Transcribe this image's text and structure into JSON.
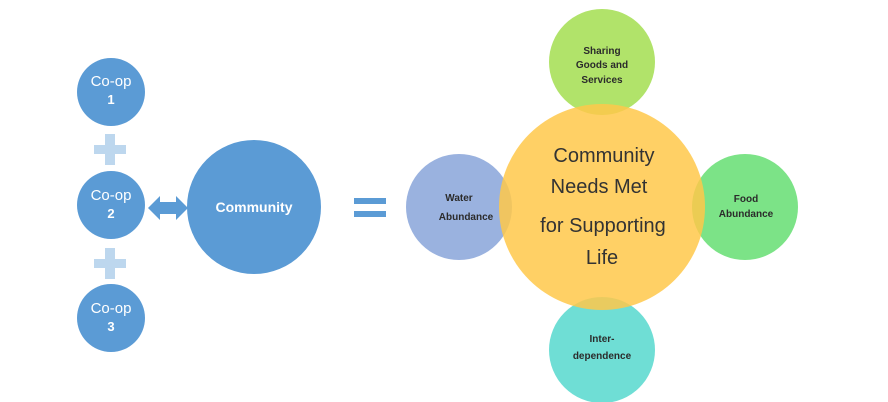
{
  "coops": [
    {
      "line1": "Co-op",
      "line2": "1"
    },
    {
      "line1": "Co-op",
      "line2": "2"
    },
    {
      "line1": "Co-op",
      "line2": "3"
    }
  ],
  "community": {
    "label": "Community"
  },
  "center": {
    "line1": "Community",
    "line2": "Needs Met",
    "line3": "for Supporting",
    "line4": "Life"
  },
  "petals": {
    "top": {
      "line1": "Sharing",
      "line2": "Goods and",
      "line3": "Services"
    },
    "left": {
      "line1": "Water",
      "line2": "Abundance"
    },
    "right": {
      "line1": "Food",
      "line2": "Abundance"
    },
    "bottom": {
      "line1": "Inter-",
      "line2": "dependence"
    }
  },
  "colors": {
    "coop_blue": "#5b9bd5",
    "plus_blue": "#bdd7ee",
    "community_blue": "#5b9bd5",
    "equals_blue": "#5b9bd5",
    "center_gold": "#ffc84a",
    "water_blue": "#8faadc",
    "top_green": "#a9e05a",
    "food_green": "#6ee07a",
    "bottom_teal": "#5fdad0"
  }
}
